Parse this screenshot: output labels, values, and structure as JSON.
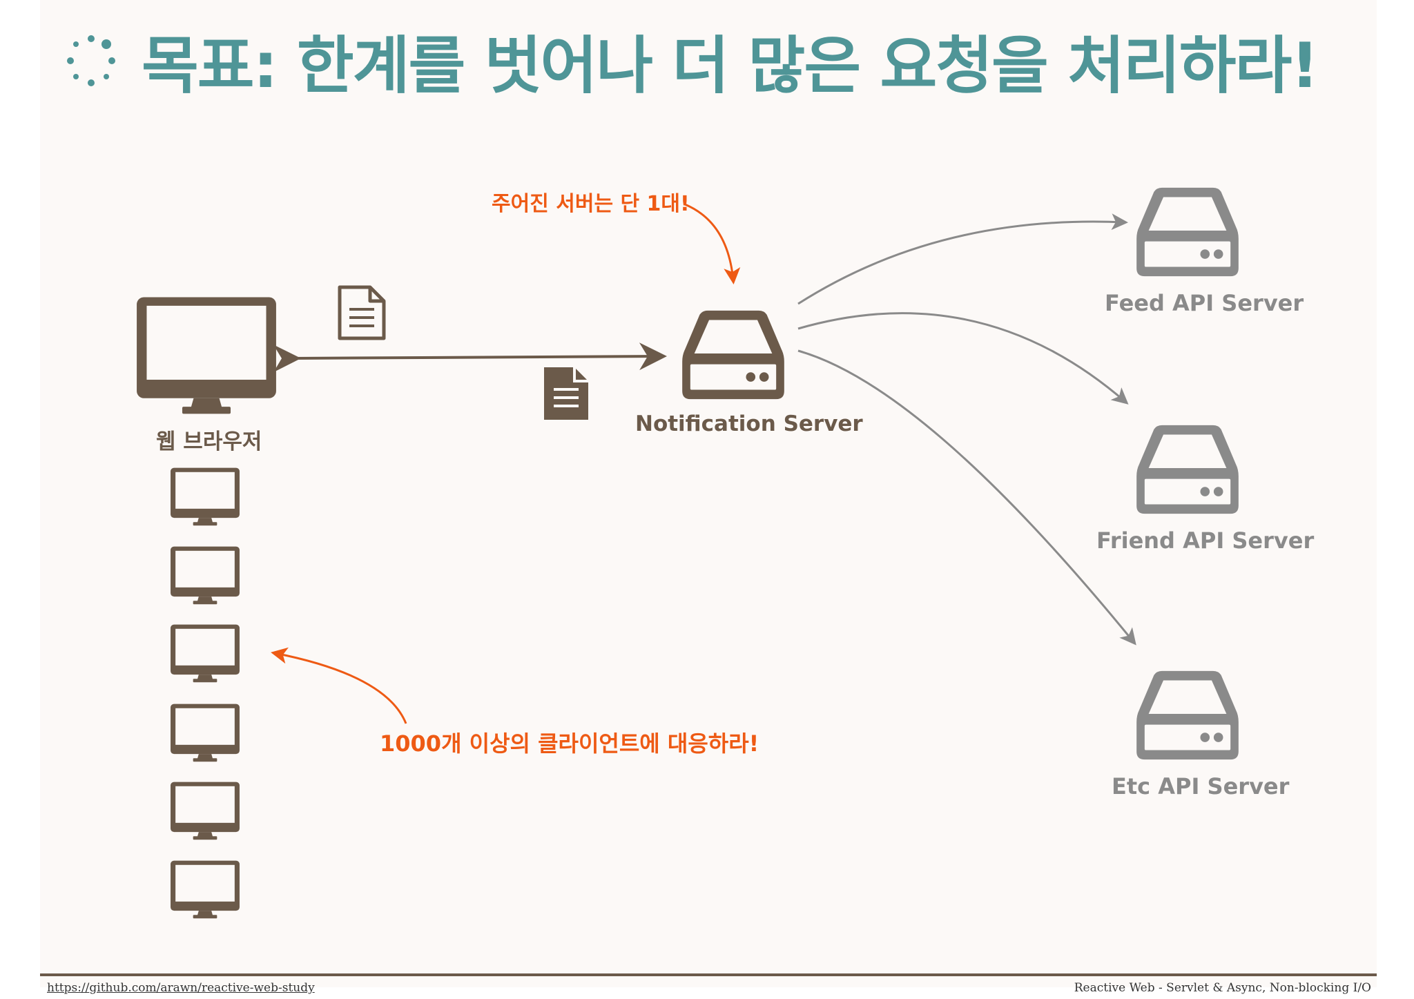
{
  "title": "목표: 한계를 벗어나 더 많은 요청을 처리하라!",
  "browser_label": "웹 브라우저",
  "notification_label": "Notification Server",
  "annotations": {
    "single_server": "주어진 서버는 단 1대!",
    "clients": "1000개 이상의 클라이언트에 대응하라!"
  },
  "api_servers": [
    {
      "label": "Feed API Server"
    },
    {
      "label": "Friend API Server"
    },
    {
      "label": "Etc API Server"
    }
  ],
  "footer": {
    "link": "https://github.com/arawn/reactive-web-study",
    "caption": "Reactive Web - Servlet & Async, Non-blocking I/O"
  },
  "colors": {
    "title": "#4f9597",
    "brown": "#6b5a4a",
    "grey": "#8a8a8a",
    "accent": "#ee5a14",
    "background": "#fcf9f7"
  },
  "icons": [
    "loading-dots-icon",
    "monitor-icon",
    "server-icon",
    "document-icon"
  ]
}
